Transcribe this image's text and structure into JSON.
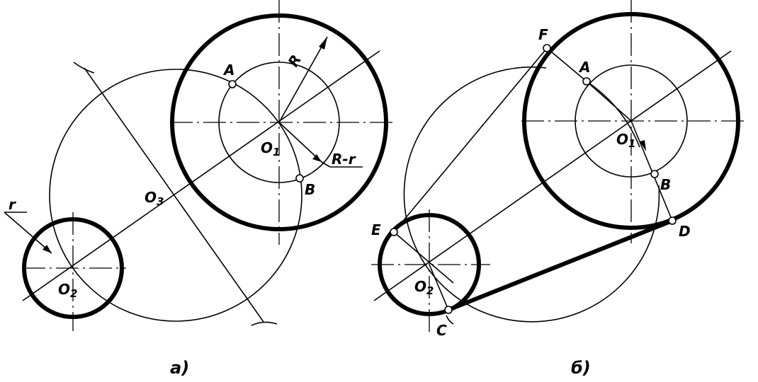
{
  "figure_a": {
    "caption": "a)",
    "labels": {
      "A": "A",
      "B": "B",
      "O1": "O",
      "O1_sub": "1",
      "O2": "O",
      "O2_sub": "2",
      "O3": "O",
      "O3_sub": "3",
      "R": "R",
      "R_minus_r": "R-r",
      "r": "r"
    }
  },
  "figure_b": {
    "caption": "б)",
    "labels": {
      "A": "A",
      "B": "B",
      "C": "C",
      "D": "D",
      "E": "E",
      "F": "F",
      "O1": "O",
      "O1_sub": "1",
      "O2": "O",
      "O2_sub": "2"
    }
  }
}
